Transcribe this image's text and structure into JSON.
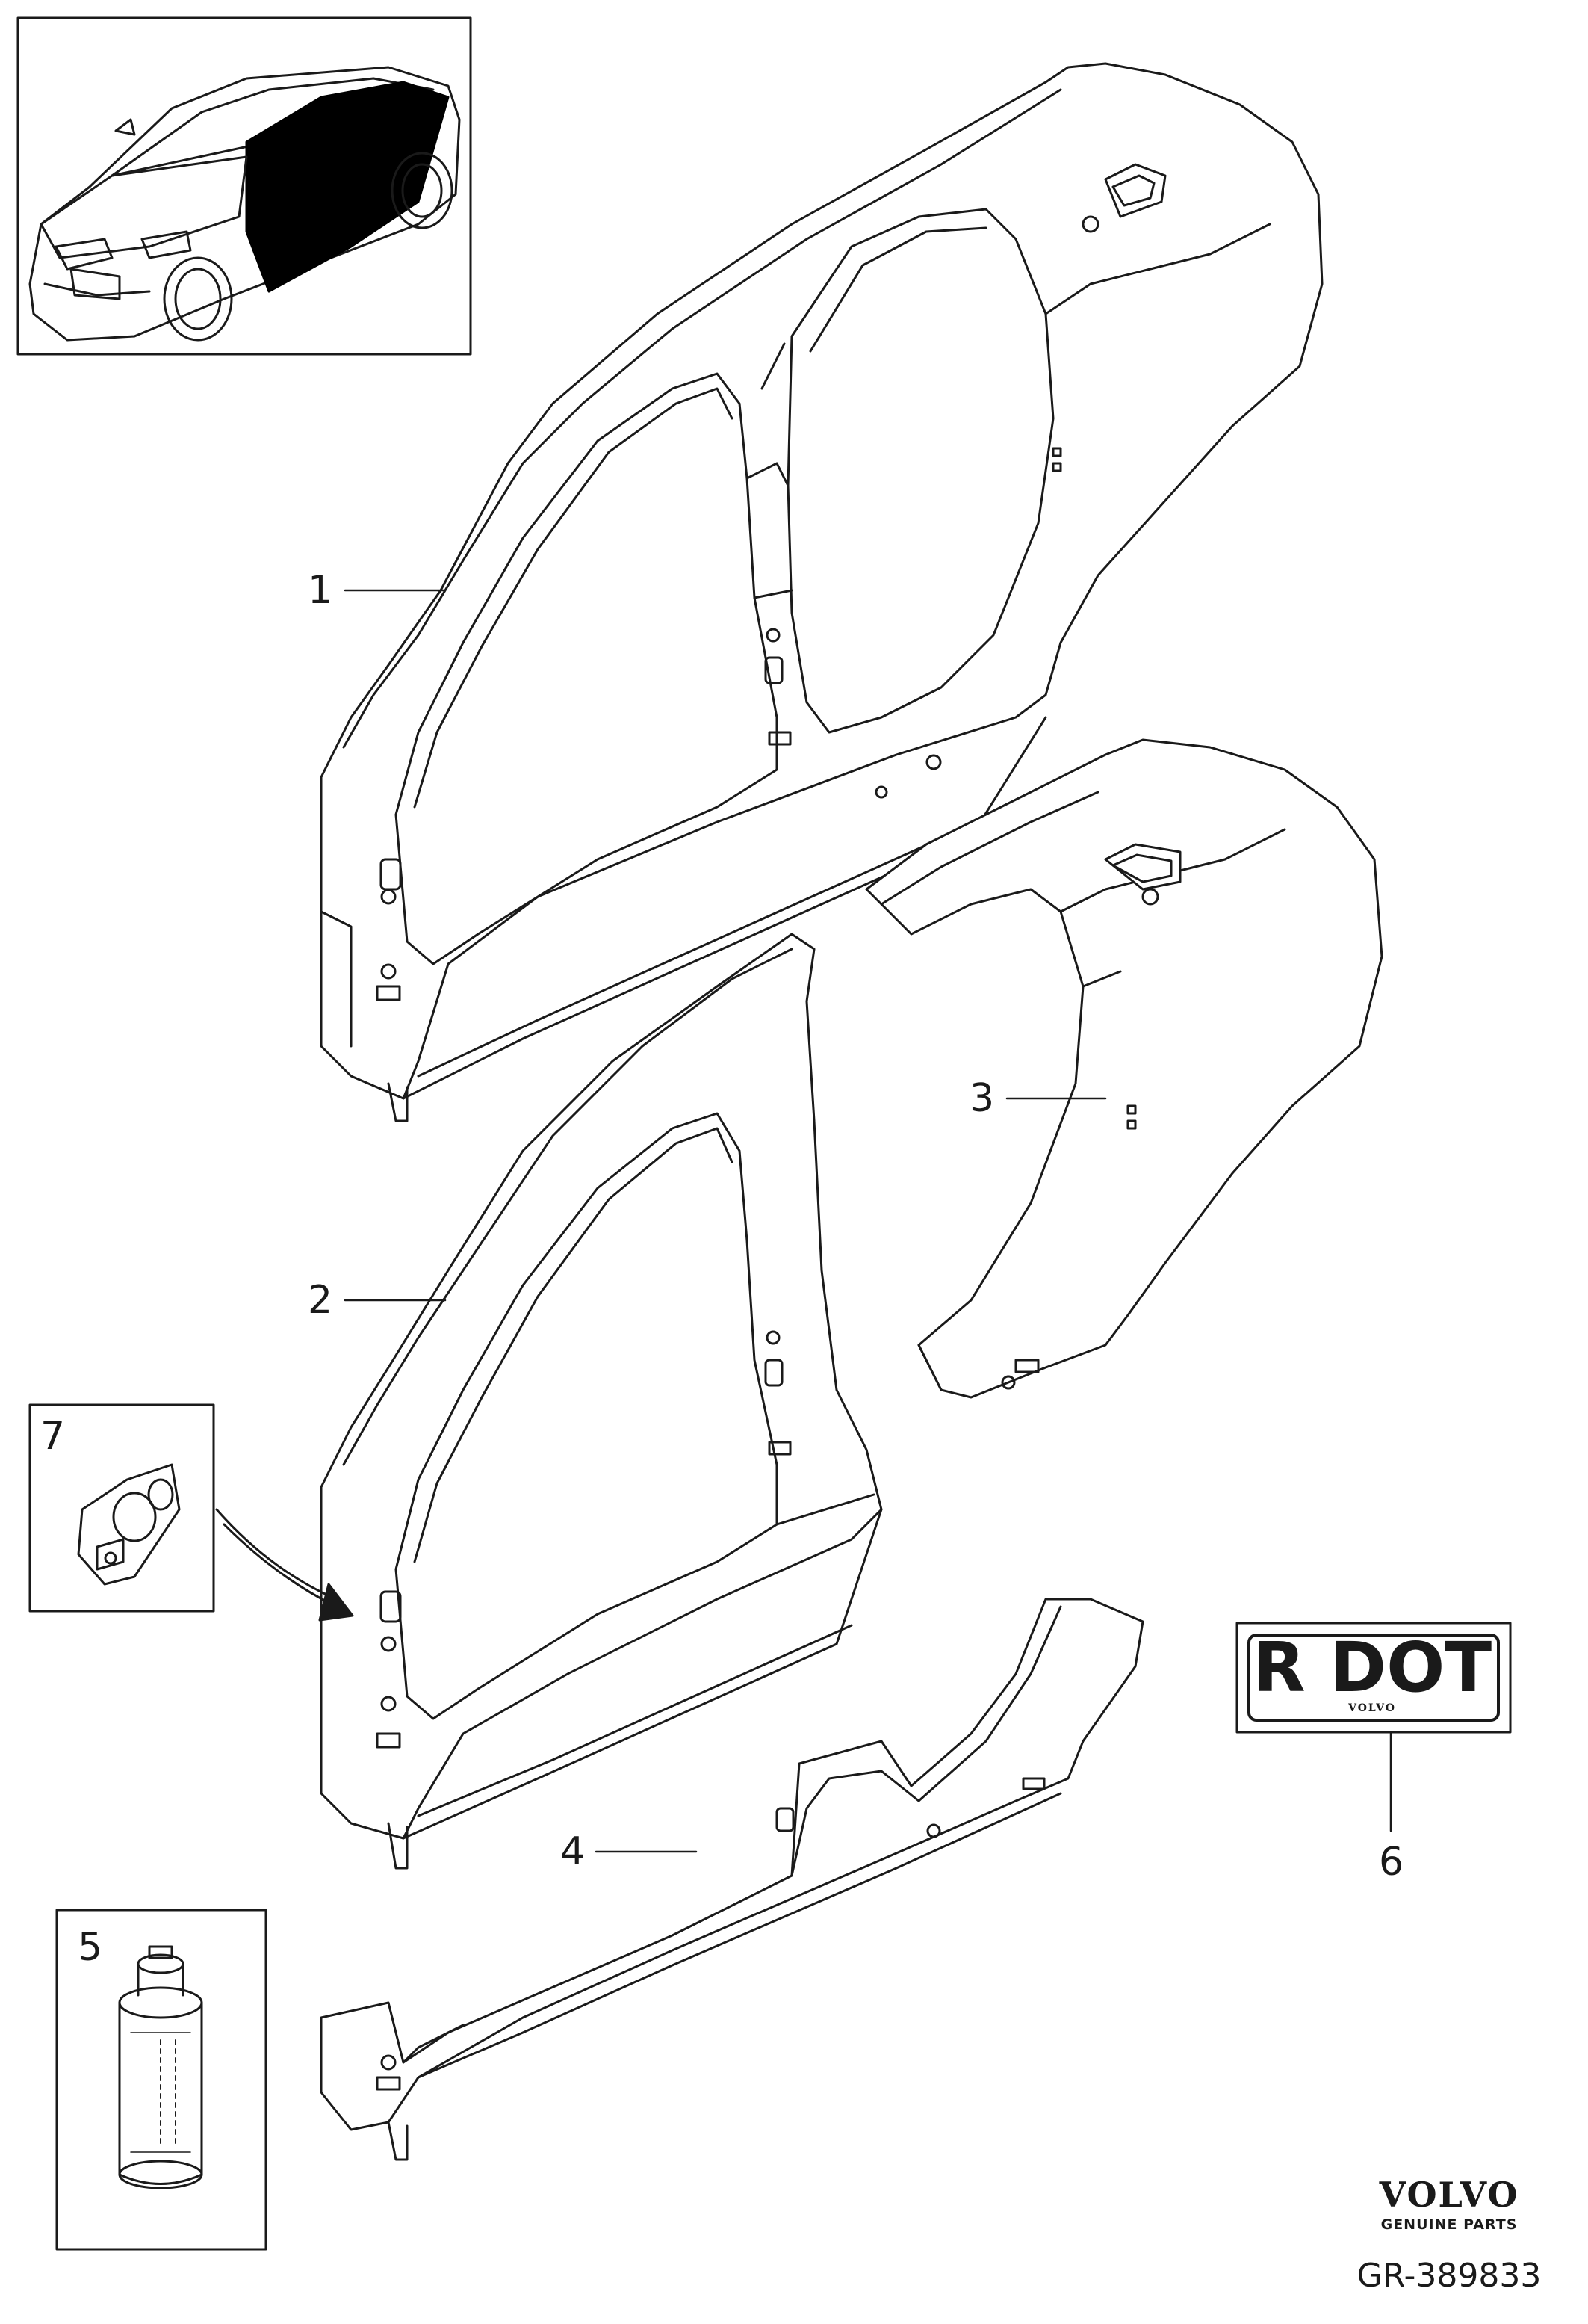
{
  "callouts": {
    "c1": "1",
    "c2": "2",
    "c3": "3",
    "c4": "4",
    "c5": "5",
    "c6": "6",
    "c7": "7"
  },
  "decal": {
    "main": "R DOT",
    "sub": "VOLVO"
  },
  "brand": {
    "name": "VOLVO",
    "tagline": "GENUINE PARTS"
  },
  "figure_number": "GR-389833",
  "colors": {
    "line": "#1a1a1a",
    "fill": "#ffffff",
    "highlight": "#000000"
  }
}
